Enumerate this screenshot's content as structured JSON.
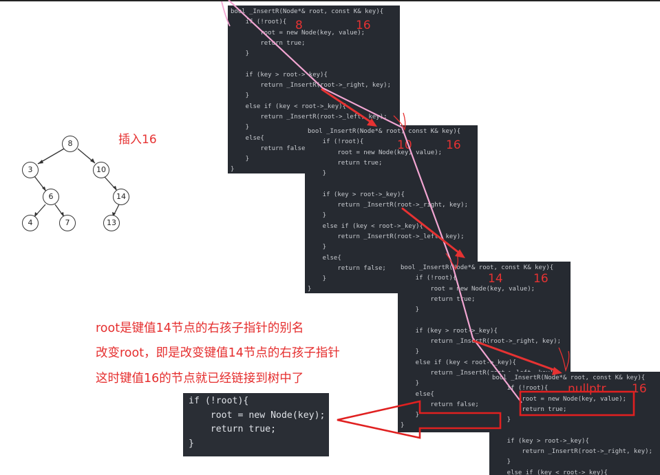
{
  "tree": {
    "nodes": {
      "n8": "8",
      "n3": "3",
      "n10": "10",
      "n6": "6",
      "n14": "14",
      "n4": "4",
      "n7": "7",
      "n13": "13"
    },
    "insert_label": "插入16"
  },
  "panels": [
    {
      "code": "bool _InsertR(Node*& root, const K& key){\n    if (!root){\n        root = new Node(key, value);\n        return true;\n    }\n\n    if (key > root-> key){\n        return _InsertR(root->_right, key);\n    }\n    else if (key < root->_key){\n        return _InsertR(root->_left, key);\n    }\n    else{\n        return false;\n    }\n}",
      "args": {
        "root": "8",
        "key": "16"
      }
    },
    {
      "code": "bool _InsertR(Node*& root, const K& key){\n    if (!root){\n        root = new Node(key, value);\n        return true;\n    }\n\n    if (key > root->_key){\n        return _InsertR(root->_right, key);\n    }\n    else if (key < root->_key){\n        return _InsertR(root->_left, key);\n    }\n    else{\n        return false;\n    }\n}",
      "args": {
        "root": "10",
        "key": "16"
      }
    },
    {
      "code": "bool _InsertR(Node*& root, const K& key){\n    if (!root){\n        root = new Node(key, value);\n        return true;\n    }\n\n    if (key > root->_key){\n        return _InsertR(root->_right, key);\n    }\n    else if (key < root->_key){\n        return _InsertR(root->_left, key);\n    }\n    else{\n        return false;\n    }\n}",
      "args": {
        "root": "14",
        "key": "16"
      }
    },
    {
      "code": "bool _InsertR(Node*& root, const K& key){\n    if (!root){\n        root = new Node(key, value);\n        return true;\n    }\n\n    if (key > root->_key){\n        return _InsertR(root->_right, key);\n    }\n    else if (key < root->_key){",
      "args": {
        "root": "nullptr",
        "key": "16"
      }
    }
  ],
  "explanation": {
    "line1": "root是键值14节点的右孩子指针的别名",
    "line2": "改变root，即是改变键值14节点的右孩子指针",
    "line3": "这时键值16的节点就已经链接到树中了"
  },
  "snippet": {
    "code": "if (!root){\n    root = new Node(key);\n    return true;\n}"
  },
  "colors": {
    "annotation_red": "#e63232",
    "code_bg": "#262a31",
    "pink_arrow": "#f3a6d3"
  }
}
